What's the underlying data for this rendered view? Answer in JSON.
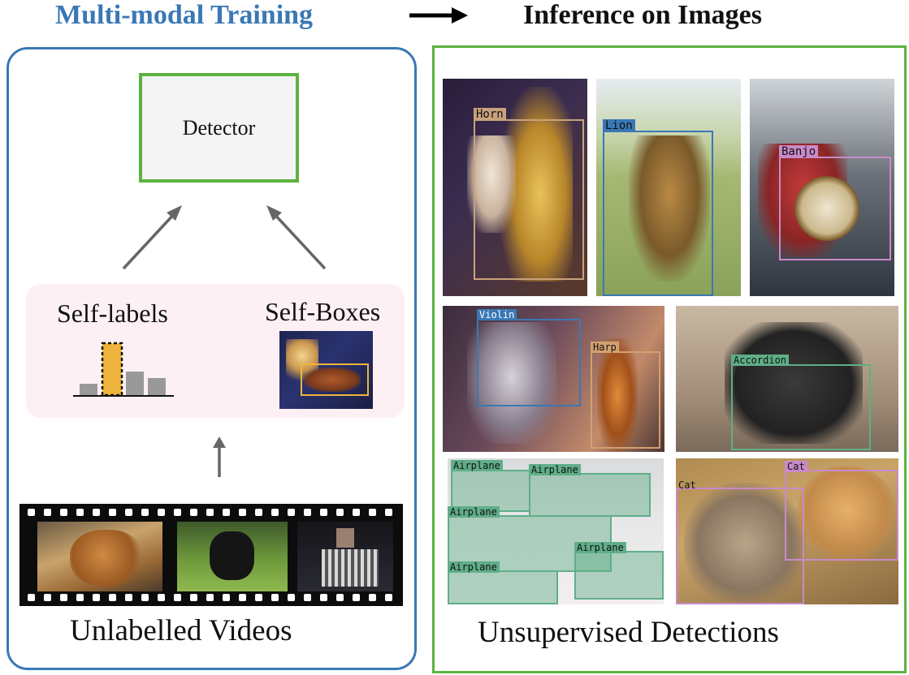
{
  "titles": {
    "left": "Multi-modal Training",
    "right": "Inference on Images"
  },
  "detector_label": "Detector",
  "self_labels_label": "Self-labels",
  "self_boxes_label": "Self-Boxes",
  "videos_label": "Unlabelled Videos",
  "detections_label": "Unsupervised Detections",
  "detections": {
    "horn": "Horn",
    "lion": "Lion",
    "banjo": "Banjo",
    "violin": "Violin",
    "harp": "Harp",
    "accordion": "Accordion",
    "airplane_1": "Airplane",
    "airplane_2": "Airplane",
    "airplane_3": "Airplane",
    "airplane_4": "Airplane",
    "airplane_5": "Airplane",
    "cat_1": "Cat",
    "cat_2": "Cat"
  },
  "colors": {
    "blue": "#3a78b5",
    "green": "#5bb33f",
    "pink_bg": "#fdf0f5",
    "bar_highlight": "#f0b33b",
    "bar_gray": "#999999"
  }
}
